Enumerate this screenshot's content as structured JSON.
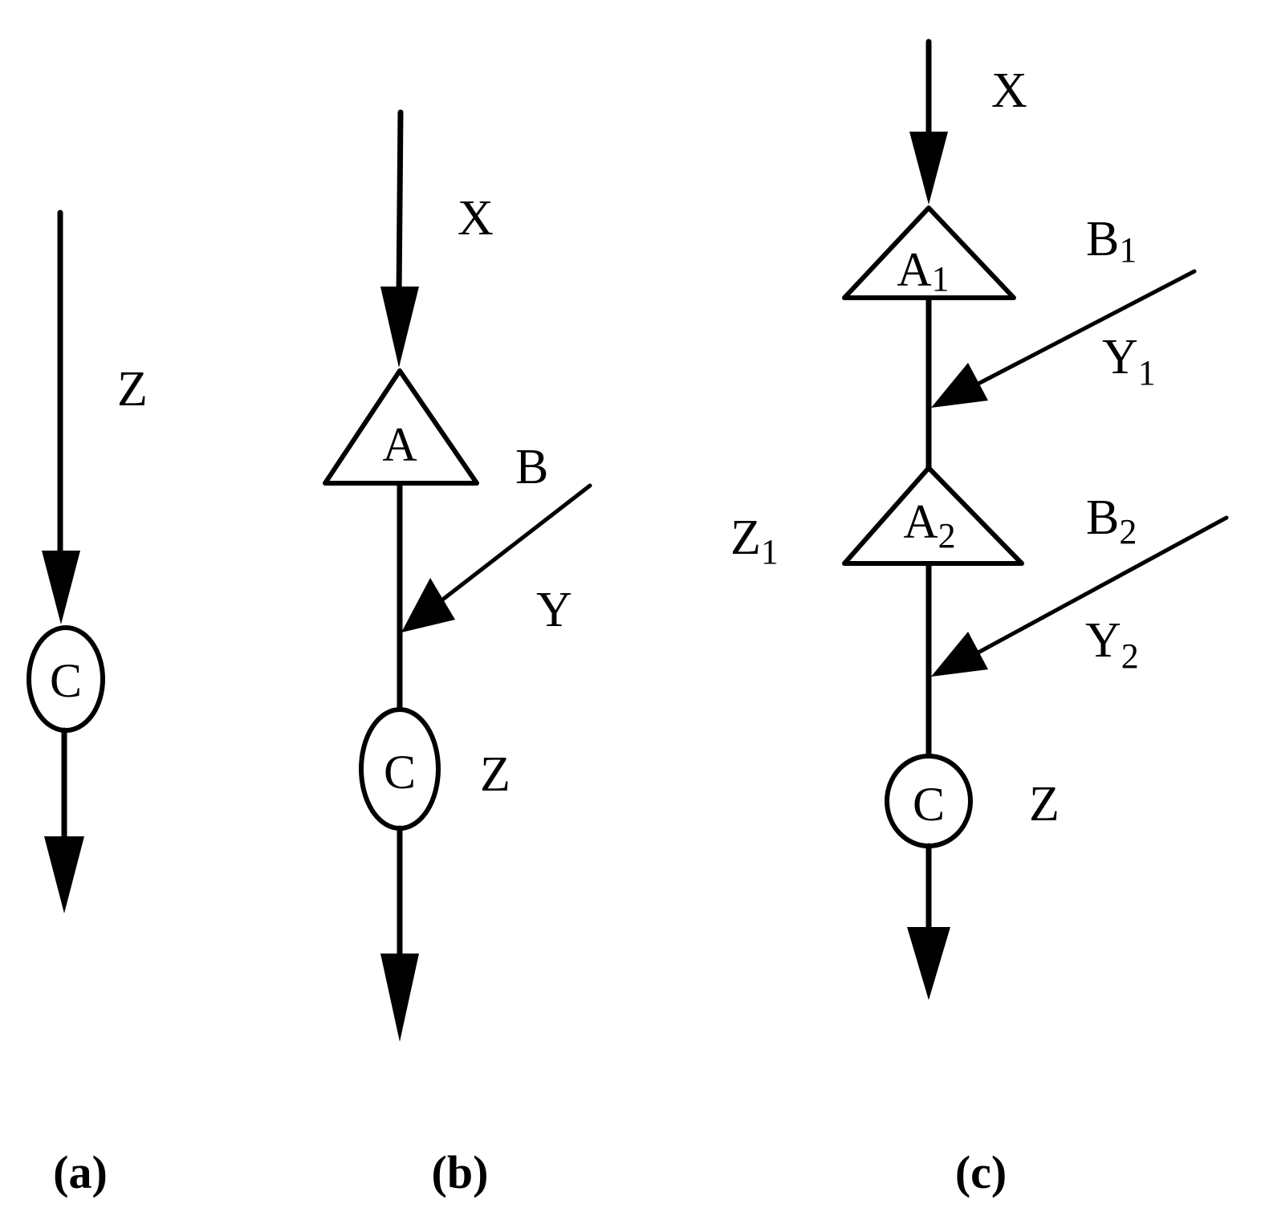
{
  "panels": {
    "a": {
      "caption": "(a)",
      "node_c": "C",
      "flow_z": "Z"
    },
    "b": {
      "caption": "(b)",
      "flow_x": "X",
      "node_a": "A",
      "label_b": "B",
      "flow_y": "Y",
      "node_c": "C",
      "flow_z": "Z"
    },
    "c": {
      "caption": "(c)",
      "flow_x": "X",
      "node_a1": "A",
      "node_a1_sub": "1",
      "label_b1": "B",
      "label_b1_sub": "1",
      "flow_y1": "Y",
      "flow_y1_sub": "1",
      "flow_z1": "Z",
      "flow_z1_sub": "1",
      "node_a2": "A",
      "node_a2_sub": "2",
      "label_b2": "B",
      "label_b2_sub": "2",
      "flow_y2": "Y",
      "flow_y2_sub": "2",
      "node_c": "C",
      "flow_z": "Z"
    }
  }
}
